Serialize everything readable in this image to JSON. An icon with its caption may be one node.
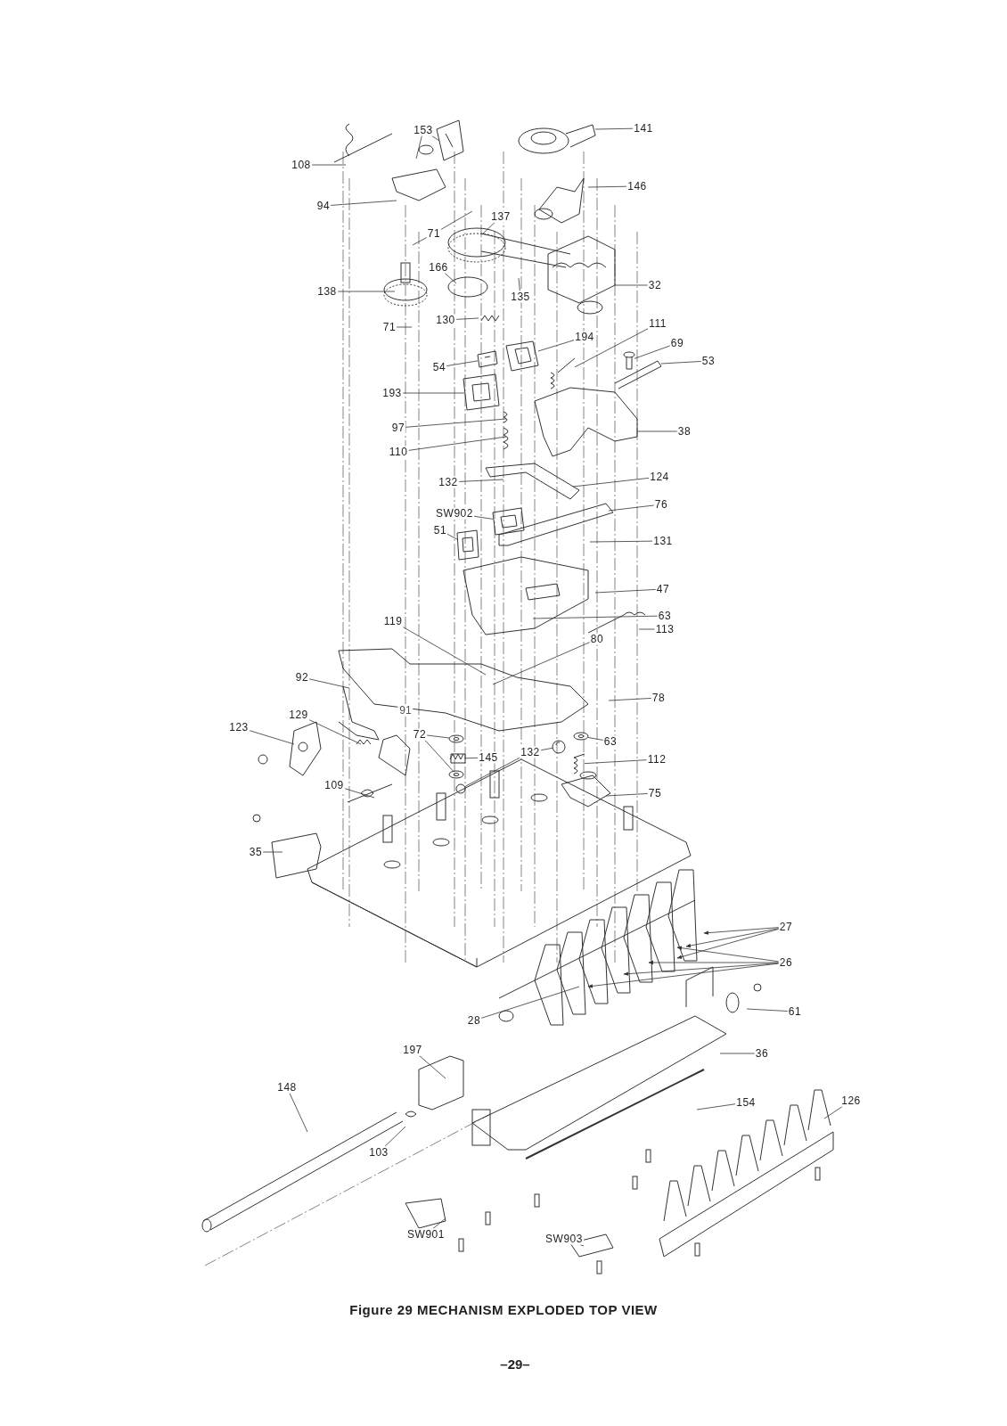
{
  "diagram": {
    "title": "Figure 29 MECHANISM EXPLODED TOP VIEW",
    "nodes": [
      {
        "text": [
          "153"
        ]
      },
      {
        "text": [
          "141"
        ]
      },
      {
        "text": [
          "108"
        ]
      },
      {
        "text": [
          "146"
        ]
      },
      {
        "text": [
          "94"
        ]
      },
      {
        "text": [
          "137"
        ]
      },
      {
        "text": [
          "71"
        ]
      },
      {
        "text": [
          "32"
        ]
      },
      {
        "text": [
          "166"
        ]
      },
      {
        "text": [
          "138"
        ]
      },
      {
        "text": [
          "135"
        ]
      },
      {
        "text": [
          "130"
        ]
      },
      {
        "text": [
          "71"
        ]
      },
      {
        "text": [
          "111"
        ]
      },
      {
        "text": [
          "194"
        ]
      },
      {
        "text": [
          "69"
        ]
      },
      {
        "text": [
          "53"
        ]
      },
      {
        "text": [
          "54"
        ]
      },
      {
        "text": [
          "193"
        ]
      },
      {
        "text": [
          "97"
        ]
      },
      {
        "text": [
          "38"
        ]
      },
      {
        "text": [
          "110"
        ]
      },
      {
        "text": [
          "132"
        ]
      },
      {
        "text": [
          "124"
        ]
      },
      {
        "text": [
          "76"
        ]
      },
      {
        "text": [
          "SW902"
        ]
      },
      {
        "text": [
          "51"
        ]
      },
      {
        "text": [
          "131"
        ]
      },
      {
        "text": [
          "47"
        ]
      },
      {
        "text": [
          "63"
        ]
      },
      {
        "text": [
          "119"
        ]
      },
      {
        "text": [
          "113"
        ]
      },
      {
        "text": [
          "80"
        ]
      },
      {
        "text": [
          "92"
        ]
      },
      {
        "text": [
          "78"
        ]
      },
      {
        "text": [
          "129"
        ]
      },
      {
        "text": [
          "123"
        ]
      },
      {
        "text": [
          "72"
        ]
      },
      {
        "text": [
          "63"
        ]
      },
      {
        "text": [
          "145"
        ]
      },
      {
        "text": [
          "132"
        ]
      },
      {
        "text": [
          "112"
        ]
      },
      {
        "text": [
          "75"
        ]
      },
      {
        "text": [
          "109"
        ]
      },
      {
        "text": [
          "35"
        ]
      },
      {
        "text": [
          "27"
        ]
      },
      {
        "text": [
          "26"
        ]
      },
      {
        "text": [
          "61"
        ]
      },
      {
        "text": [
          "28"
        ]
      },
      {
        "text": [
          "36"
        ]
      },
      {
        "text": [
          "197"
        ]
      },
      {
        "text": [
          "148"
        ]
      },
      {
        "text": [
          "154"
        ]
      },
      {
        "text": [
          "126"
        ]
      },
      {
        "text": [
          "103"
        ]
      },
      {
        "text": [
          "SW901"
        ]
      },
      {
        "text": [
          "SW903"
        ]
      },
      {
        "text": [],
        "shape": "picture"
      },
      {
        "text": [],
        "shape": "picture"
      },
      {
        "text": [],
        "shape": "picture"
      },
      {
        "text": [],
        "shape": "picture"
      },
      {
        "text": [],
        "shape": "picture"
      },
      {
        "text": [],
        "shape": "picture"
      },
      {
        "text": [],
        "shape": "picture"
      },
      {
        "text": [],
        "shape": "picture"
      },
      {
        "text": [],
        "shape": "picture"
      },
      {
        "text": [],
        "shape": "picture"
      },
      {
        "text": [],
        "shape": "picture"
      },
      {
        "text": [],
        "shape": "picture"
      },
      {
        "text": [],
        "shape": "picture"
      }
    ],
    "edges": [
      {
        "from": 0,
        "to": null,
        "arrow": "none"
      },
      {
        "from": 0,
        "to": null,
        "arrow": "none"
      },
      {
        "from": 1,
        "to": null,
        "arrow": "none"
      },
      {
        "from": 2,
        "to": null,
        "arrow": "none"
      },
      {
        "from": 3,
        "to": null,
        "arrow": "none"
      },
      {
        "from": 4,
        "to": null,
        "arrow": "none"
      },
      {
        "from": 5,
        "to": null,
        "arrow": "none"
      },
      {
        "from": 6,
        "to": null,
        "arrow": "none"
      },
      {
        "from": 6,
        "to": null,
        "arrow": "none"
      },
      {
        "from": 7,
        "to": null,
        "arrow": "none"
      },
      {
        "from": 8,
        "to": null,
        "arrow": "none"
      },
      {
        "from": 9,
        "to": null,
        "arrow": "none"
      },
      {
        "from": 10,
        "to": null,
        "arrow": "none"
      },
      {
        "from": 11,
        "to": null,
        "arrow": "none"
      },
      {
        "from": 12,
        "to": null,
        "arrow": "none"
      },
      {
        "from": 13,
        "to": 69,
        "arrow": "none"
      },
      {
        "from": 14,
        "to": 57,
        "arrow": "none"
      },
      {
        "from": 15,
        "to": 58,
        "arrow": "none"
      },
      {
        "from": 16,
        "to": null,
        "arrow": "none"
      },
      {
        "from": 17,
        "to": 65,
        "arrow": "none"
      },
      {
        "from": 18,
        "to": null,
        "arrow": "none"
      },
      {
        "from": 19,
        "to": null,
        "arrow": "none"
      },
      {
        "from": 20,
        "to": null,
        "arrow": "none"
      },
      {
        "from": 21,
        "to": null,
        "arrow": "none"
      },
      {
        "from": 22,
        "to": null,
        "arrow": "none"
      },
      {
        "from": 23,
        "to": null,
        "arrow": "none"
      },
      {
        "from": 24,
        "to": null,
        "arrow": "none"
      },
      {
        "from": 25,
        "to": 59,
        "arrow": "none"
      },
      {
        "from": 26,
        "to": 60,
        "arrow": "none"
      },
      {
        "from": 27,
        "to": null,
        "arrow": "none"
      },
      {
        "from": 28,
        "to": null,
        "arrow": "none"
      },
      {
        "from": 29,
        "to": null,
        "arrow": "none"
      },
      {
        "from": 30,
        "to": null,
        "arrow": "none"
      },
      {
        "from": 31,
        "to": null,
        "arrow": "none"
      },
      {
        "from": 32,
        "to": null,
        "arrow": "none"
      },
      {
        "from": 33,
        "to": null,
        "arrow": "none"
      },
      {
        "from": 34,
        "to": null,
        "arrow": "none"
      },
      {
        "from": 35,
        "to": null,
        "arrow": "none"
      },
      {
        "from": 36,
        "to": null,
        "arrow": "none"
      },
      {
        "from": 37,
        "to": 61,
        "arrow": "none"
      },
      {
        "from": 37,
        "to": 62,
        "arrow": "none"
      },
      {
        "from": 38,
        "to": 66,
        "arrow": "none"
      },
      {
        "from": 39,
        "to": 67,
        "arrow": "none"
      },
      {
        "from": 40,
        "to": 63,
        "arrow": "none"
      },
      {
        "from": 40,
        "to": 64,
        "arrow": "none"
      },
      {
        "from": 41,
        "to": 68,
        "arrow": "none"
      },
      {
        "from": 42,
        "to": null,
        "arrow": "none"
      },
      {
        "from": 43,
        "to": null,
        "arrow": "none"
      },
      {
        "from": 44,
        "to": null,
        "arrow": "none"
      },
      {
        "from": 45,
        "to": null,
        "arrow": "to"
      },
      {
        "from": 45,
        "to": null,
        "arrow": "to"
      },
      {
        "from": 45,
        "to": null,
        "arrow": "to"
      },
      {
        "from": 46,
        "to": null,
        "arrow": "to"
      },
      {
        "from": 46,
        "to": null,
        "arrow": "to"
      },
      {
        "from": 46,
        "to": null,
        "arrow": "to"
      },
      {
        "from": 46,
        "to": null,
        "arrow": "to"
      },
      {
        "from": 47,
        "to": null,
        "arrow": "none"
      },
      {
        "from": 48,
        "to": null,
        "arrow": "none"
      },
      {
        "from": 49,
        "to": null,
        "arrow": "none"
      },
      {
        "from": 50,
        "to": null,
        "arrow": "none"
      },
      {
        "from": 51,
        "to": null,
        "arrow": "none"
      },
      {
        "from": 52,
        "to": null,
        "arrow": "none"
      },
      {
        "from": 53,
        "to": null,
        "arrow": "none"
      },
      {
        "from": 54,
        "to": null,
        "arrow": "none"
      },
      {
        "from": 55,
        "to": null,
        "arrow": "none"
      },
      {
        "from": 56,
        "to": null,
        "arrow": "none"
      }
    ],
    "labels": [
      "91",
      "–29–"
    ]
  }
}
